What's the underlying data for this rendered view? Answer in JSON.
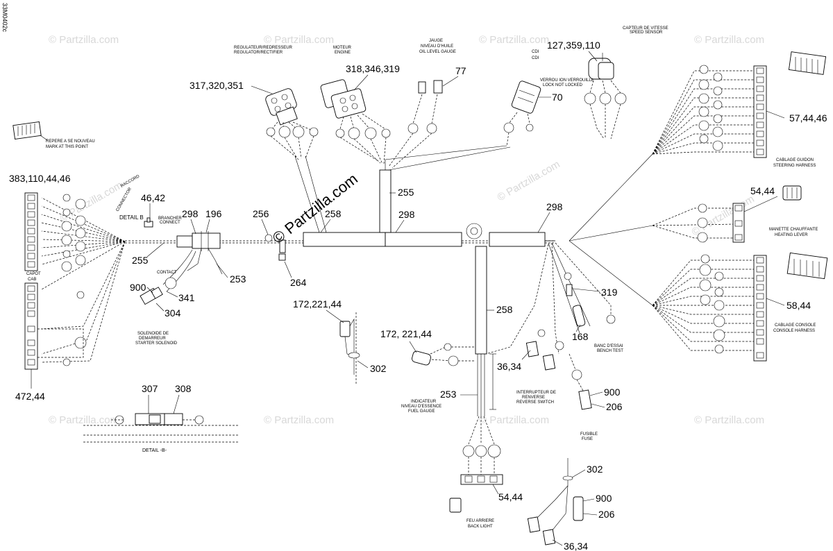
{
  "doc_id": "33M0402c",
  "watermark": "© Partzilla.com",
  "watermark_center": "© Partzilla.com",
  "callouts": {
    "c383": "383,110,44,46",
    "c4642": "46,42",
    "c298a": "298",
    "c196": "196",
    "c256": "256",
    "c258a": "258",
    "c298b": "298",
    "c298c": "298",
    "c255a": "255",
    "c255b": "255",
    "c253a": "253",
    "c264": "264",
    "c900a": "900",
    "c341": "341",
    "c304": "304",
    "c317": "317,320,351",
    "c318": "318,346,319",
    "c77": "77",
    "c127": "127,359,110",
    "c70": "70",
    "c57": "57,44,46",
    "c5444a": "54,44",
    "c5844": "58,44",
    "c172a": "172,221,44",
    "c302a": "302",
    "c172b": "172, 221,44",
    "c258b": "258",
    "c3634a": "36,34",
    "c253b": "253",
    "c319": "319",
    "c168": "168",
    "c900b": "900",
    "c206a": "206",
    "c47244": "472,44",
    "c307": "307",
    "c308": "308",
    "c5444b": "54,44",
    "c302b": "302",
    "c900c": "900",
    "c206b": "206",
    "c3634b": "36,34"
  },
  "captions": {
    "regulator_fr": "REGULATEUR/REDRESSEUR",
    "regulator_en": "REGULATOR/RECTIFIER",
    "engine_fr": "MOTEUR",
    "engine_en": "ENGINE",
    "oil_fr1": "JAUGE",
    "oil_fr2": "NIVEAU D'HUILE",
    "oil_en": "OIL LEVEL GAUGE",
    "speed_fr": "CAPTEUR DE VITESSE",
    "speed_en": "SPEED SENSOR",
    "cdi1": "CDI",
    "cdi2": "CDI",
    "lock_fr": "VERROU ION VERROUILLE",
    "lock_en": "LOCK NOT LOCKED",
    "steer_fr": "CABLAGE GUIDON",
    "steer_en": "STEERING HARNESS",
    "heat_fr": "MANETTE CHAUFFANTE",
    "heat_en": "HEATING LEVER",
    "console_fr": "CABLAGE CONSOLE",
    "console_en": "CONSOLE HARNESS",
    "connector_fr1": "RACCORD",
    "connector_fr2": "CONNECTOR",
    "detail_b": "DETAIL B",
    "branch_fr": "BRANCHER",
    "branch_en": "CONNECT",
    "cab_fr": "CAPOT",
    "cab_en": "CAB",
    "contact": "CONTACT",
    "solenoid_fr1": "SOLENOIDE DE",
    "solenoid_fr2": "DEMARREUR",
    "solenoid_en": "STARTER SOLENOID",
    "detail_b2": "DETAIL -B-",
    "fuel_fr1": "INDICATEUR",
    "fuel_fr2": "NIVEAU D'ESSENCE",
    "fuel_en": "FUEL GAUGE",
    "reverse_fr1": "INTERRUPTEUR DE",
    "reverse_fr2": "RENVERSE",
    "reverse_en": "REVERSE SWITCH",
    "bench_fr": "BANC D'ESSAI",
    "bench_en": "BENCH TEST",
    "fuse_fr": "FUSIBLE",
    "fuse_en": "FUSE",
    "back_fr": "FEU ARRIERE",
    "back_en": "BACK LIGHT",
    "repere1": "REPERE A SE NOUVEAU",
    "repere2": "MARK AT THIS POINT"
  }
}
